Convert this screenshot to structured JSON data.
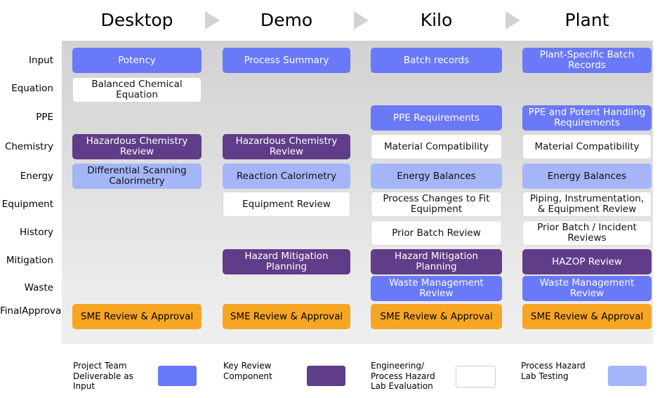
{
  "header": {
    "stages": [
      {
        "label": "Desktop"
      },
      {
        "label": "Demo"
      },
      {
        "label": "Kilo"
      },
      {
        "label": "Plant"
      }
    ],
    "arrow_icon": "triangle-right-icon",
    "arrow_color": "#d2d2d2"
  },
  "rows": [
    {
      "label": "Input"
    },
    {
      "label": "Equation"
    },
    {
      "label": "PPE"
    },
    {
      "label": "Chemistry"
    },
    {
      "label": "Energy"
    },
    {
      "label": "Equipment"
    },
    {
      "label": "History"
    },
    {
      "label": "Mitigation"
    },
    {
      "label": "Waste"
    },
    {
      "label": "Final\nApproval"
    }
  ],
  "matrix": {
    "columns": [
      "Desktop",
      "Demo",
      "Kilo",
      "Plant"
    ],
    "cells": [
      {
        "row": "Input",
        "col": "Desktop",
        "label": "Potency",
        "category": "input"
      },
      {
        "row": "Input",
        "col": "Demo",
        "label": "Process Summary",
        "category": "input"
      },
      {
        "row": "Input",
        "col": "Kilo",
        "label": "Batch records",
        "category": "input"
      },
      {
        "row": "Input",
        "col": "Plant",
        "label": "Plant-Specific Batch Records",
        "category": "input"
      },
      {
        "row": "Equation",
        "col": "Desktop",
        "label": "Balanced Chemical Equation",
        "category": "engeval"
      },
      {
        "row": "PPE",
        "col": "Kilo",
        "label": "PPE Requirements",
        "category": "input"
      },
      {
        "row": "PPE",
        "col": "Plant",
        "label": "PPE and Potent Handling Requirements",
        "category": "input"
      },
      {
        "row": "Chemistry",
        "col": "Desktop",
        "label": "Hazardous Chemistry Review",
        "category": "keyreview"
      },
      {
        "row": "Chemistry",
        "col": "Demo",
        "label": "Hazardous Chemistry Review",
        "category": "keyreview"
      },
      {
        "row": "Chemistry",
        "col": "Kilo",
        "label": "Material Compatibility",
        "category": "engeval"
      },
      {
        "row": "Chemistry",
        "col": "Plant",
        "label": "Material Compatibility",
        "category": "engeval"
      },
      {
        "row": "Energy",
        "col": "Desktop",
        "label": "Differential Scanning Calorimetry",
        "category": "labtest"
      },
      {
        "row": "Energy",
        "col": "Demo",
        "label": "Reaction Calorimetry",
        "category": "labtest"
      },
      {
        "row": "Energy",
        "col": "Kilo",
        "label": "Energy Balances",
        "category": "labtest"
      },
      {
        "row": "Energy",
        "col": "Plant",
        "label": "Energy Balances",
        "category": "labtest"
      },
      {
        "row": "Equipment",
        "col": "Demo",
        "label": "Equipment Review",
        "category": "engeval"
      },
      {
        "row": "Equipment",
        "col": "Kilo",
        "label": "Process Changes to Fit Equipment",
        "category": "engeval"
      },
      {
        "row": "Equipment",
        "col": "Plant",
        "label": "Piping, Instrumentation, & Equipment Review",
        "category": "engeval"
      },
      {
        "row": "History",
        "col": "Kilo",
        "label": "Prior Batch Review",
        "category": "engeval"
      },
      {
        "row": "History",
        "col": "Plant",
        "label": "Prior Batch / Incident Reviews",
        "category": "engeval"
      },
      {
        "row": "Mitigation",
        "col": "Demo",
        "label": "Hazard Mitigation Planning",
        "category": "keyreview"
      },
      {
        "row": "Mitigation",
        "col": "Kilo",
        "label": "Hazard Mitigation Planning",
        "category": "keyreview"
      },
      {
        "row": "Mitigation",
        "col": "Plant",
        "label": "HAZOP Review",
        "category": "keyreview"
      },
      {
        "row": "Waste",
        "col": "Kilo",
        "label": "Waste Management Review",
        "category": "input"
      },
      {
        "row": "Waste",
        "col": "Plant",
        "label": "Waste Management Review",
        "category": "input"
      },
      {
        "row": "Final Approval",
        "col": "Desktop",
        "label": "SME Review & Approval",
        "category": "approval"
      },
      {
        "row": "Final Approval",
        "col": "Demo",
        "label": "SME Review & Approval",
        "category": "approval"
      },
      {
        "row": "Final Approval",
        "col": "Kilo",
        "label": "SME Review & Approval",
        "category": "approval"
      },
      {
        "row": "Final Approval",
        "col": "Plant",
        "label": "SME Review & Approval",
        "category": "approval"
      }
    ]
  },
  "legend": {
    "items": [
      {
        "label": "Project Team Deliverable as Input",
        "category": "input",
        "color": "#6979f8"
      },
      {
        "label": "Key Review Component",
        "category": "keyreview",
        "color": "#5f3d88"
      },
      {
        "label": "Engineering/ Process Hazard Lab Evaluation",
        "category": "engeval",
        "color": "#ffffff"
      },
      {
        "label": "Process Hazard Lab Testing",
        "category": "labtest",
        "color": "#a4b6f7"
      }
    ]
  },
  "colors": {
    "input": "#6979f8",
    "keyreview": "#5f3d88",
    "engeval": "#ffffff",
    "labtest": "#a4b6f7",
    "approval": "#f7a623",
    "panel_top": "#d2d2d2",
    "panel_bottom": "#efefef"
  }
}
